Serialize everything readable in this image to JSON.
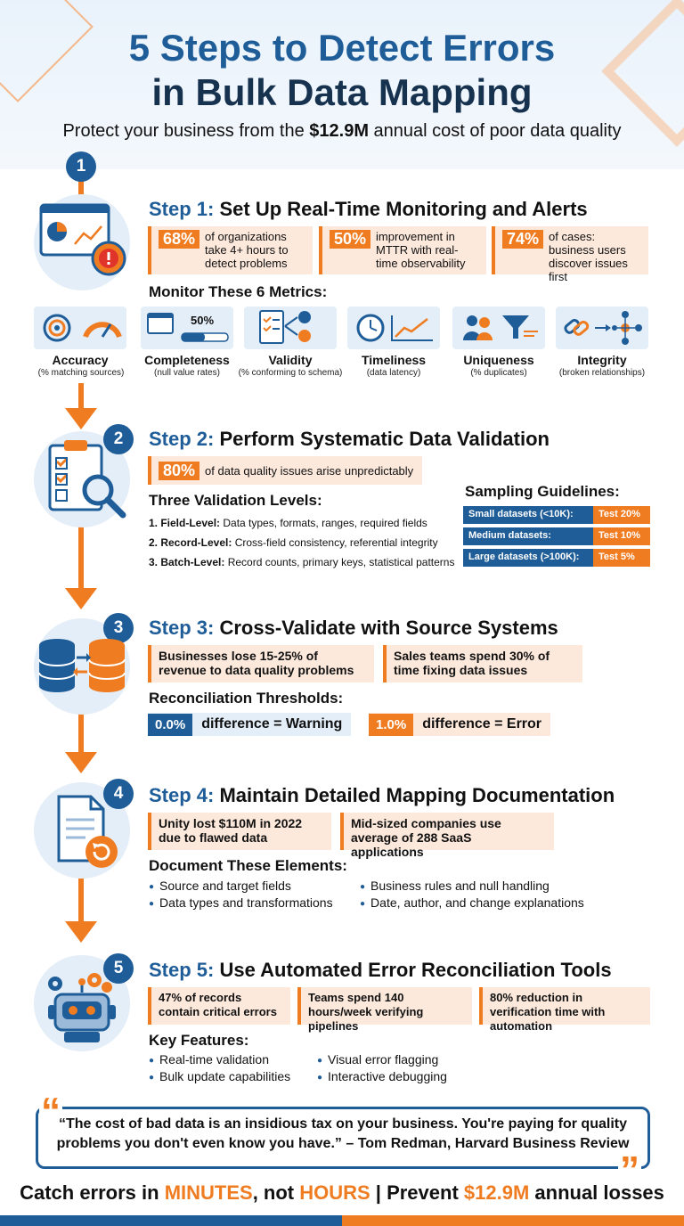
{
  "header": {
    "title_line1": "5 Steps to Detect Errors",
    "title_line2": "in Bulk Data Mapping",
    "subtitle_pre": "Protect your business from the ",
    "subtitle_bold": "$12.9M",
    "subtitle_post": " annual cost of poor data quality"
  },
  "colors": {
    "primary_blue": "#1f5d99",
    "accent_orange": "#f07c22",
    "light_blue": "#e4eef8",
    "light_orange": "#fde9dc"
  },
  "steps": [
    {
      "number": "1",
      "label": "Step 1:",
      "title": "Set Up Real-Time Monitoring and Alerts",
      "icon": "monitor-alert-icon",
      "stats": [
        {
          "pct": "68%",
          "text": "of organizations take 4+ hours to detect problems"
        },
        {
          "pct": "50%",
          "text": "improvement in MTTR with real-time observability"
        },
        {
          "pct": "74%",
          "text": "of cases: business users discover issues first"
        }
      ],
      "metrics_heading": "Monitor These 6 Metrics:",
      "metrics": [
        {
          "name": "Accuracy",
          "desc": "(% matching sources)",
          "icon": "target-gauge-icon"
        },
        {
          "name": "Completeness",
          "desc": "(null value rates)",
          "icon": "progress-50-icon",
          "badge": "50%"
        },
        {
          "name": "Validity",
          "desc": "(% conforming to schema)",
          "icon": "checklist-icon"
        },
        {
          "name": "Timeliness",
          "desc": "(data latency)",
          "icon": "clock-chart-icon"
        },
        {
          "name": "Uniqueness",
          "desc": "(% duplicates)",
          "icon": "users-filter-icon"
        },
        {
          "name": "Integrity",
          "desc": "(broken relationships)",
          "icon": "link-network-icon"
        }
      ]
    },
    {
      "number": "2",
      "label": "Step 2:",
      "title": "Perform Systematic Data Validation",
      "icon": "clipboard-search-icon",
      "stat": {
        "pct": "80%",
        "text": "of data quality issues arise unpredictably"
      },
      "levels_heading": "Three Validation Levels:",
      "levels": [
        {
          "name": "1. Field-Level:",
          "desc": " Data types, formats, ranges, required fields"
        },
        {
          "name": "2. Record-Level:",
          "desc": " Cross-field consistency, referential integrity"
        },
        {
          "name": "3. Batch-Level:",
          "desc": " Record counts, primary keys, statistical patterns"
        }
      ],
      "sampling_heading": "Sampling Guidelines:",
      "sampling": [
        {
          "size": "Small datasets (<10K):",
          "test": "Test 20%"
        },
        {
          "size": "Medium datasets:",
          "test": "Test 10%"
        },
        {
          "size": "Large datasets (>100K):",
          "test": "Test 5%"
        }
      ]
    },
    {
      "number": "3",
      "label": "Step 3:",
      "title": "Cross-Validate with Source Systems",
      "icon": "database-sync-icon",
      "facts": [
        "Businesses lose 15-25% of revenue to data quality problems",
        "Sales teams spend 30% of time fixing data issues"
      ],
      "thresholds_heading": "Reconciliation Thresholds:",
      "thresholds": [
        {
          "value": "0.0%",
          "text": "difference = Warning"
        },
        {
          "value": "1.0%",
          "text": "difference = Error"
        }
      ]
    },
    {
      "number": "4",
      "label": "Step 4:",
      "title": "Maintain Detailed Mapping Documentation",
      "icon": "document-refresh-icon",
      "facts": [
        "Unity lost $110M in 2022 due to flawed data",
        "Mid-sized companies use average of 288 SaaS applications"
      ],
      "elements_heading": "Document These Elements:",
      "elements": [
        "Source and target fields",
        "Business rules and null handling",
        "Data types and transformations",
        "Date, author, and change explanations"
      ]
    },
    {
      "number": "5",
      "label": "Step 5:",
      "title": "Use Automated Error Reconciliation Tools",
      "icon": "robot-gears-icon",
      "facts": [
        "47% of records contain critical errors",
        "Teams spend 140 hours/week verifying pipelines",
        "80% reduction in verification time with automation"
      ],
      "features_heading": "Key Features:",
      "features": [
        "Real-time validation",
        "Visual error flagging",
        "Bulk update capabilities",
        "Interactive debugging"
      ]
    }
  ],
  "quote": {
    "text": "“The cost of bad data is an insidious tax on your business. You're paying for quality problems you don't even know you have.” – Tom Redman, Harvard Business Review"
  },
  "footer": {
    "p1": "Catch errors in ",
    "p2": "MINUTES",
    "p3": ", not ",
    "p4": "HOURS",
    "p5": " | Prevent ",
    "p6": "$12.9M",
    "p7": " annual losses"
  }
}
